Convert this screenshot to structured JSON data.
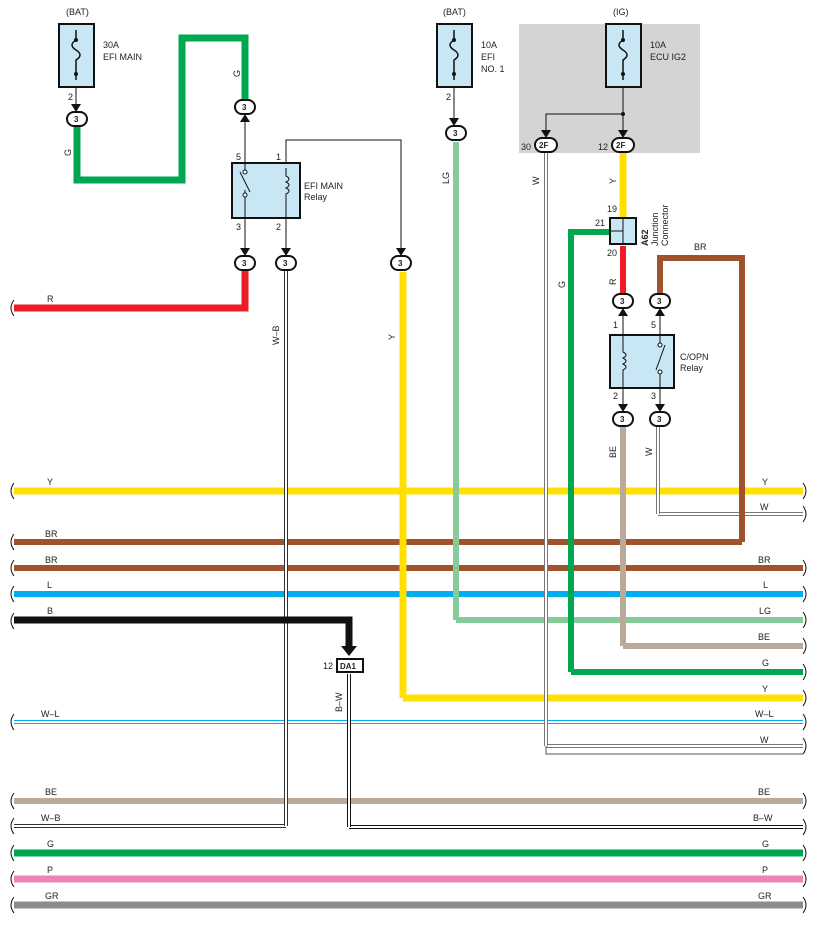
{
  "colors": {
    "G": "#00a650",
    "R": "#ee1c25",
    "Y": "#ffe000",
    "BR": "#a0522d",
    "L": "#00aeef",
    "LG": "#86cb9a",
    "B": "#111111",
    "BE": "#bba999",
    "P": "#ee82b4",
    "GR": "#8c8c8c",
    "W": "#ffffff",
    "fuse_fill": "#c9e6f5",
    "ig_box": "#d4d4d4"
  },
  "fuses": {
    "efi_main": {
      "source": "(BAT)",
      "amp": "30A",
      "name": "EFI MAIN",
      "pin": "2"
    },
    "efi_no1": {
      "source": "(BAT)",
      "amp": "10A",
      "name1": "EFI",
      "name2": "NO. 1",
      "pin": "2"
    },
    "ecu_ig2": {
      "source": "(IG)",
      "amp": "10A",
      "name": "ECU IG2"
    }
  },
  "connectors": {
    "three": "3",
    "two_f": "2F",
    "two_f_left_pin": "30",
    "two_f_right_pin": "12",
    "da1": "DA1",
    "da1_pin": "12"
  },
  "relays": {
    "efi_main": {
      "name1": "EFI MAIN",
      "name2": "Relay",
      "pin_tl": "5",
      "pin_tr": "1",
      "pin_bl": "3",
      "pin_br": "2"
    },
    "c_opn": {
      "name1": "C/OPN",
      "name2": "Relay",
      "pin_tl": "1",
      "pin_tr": "5",
      "pin_bl": "2",
      "pin_br": "3"
    }
  },
  "junction": {
    "id": "A62",
    "name1": "Junction",
    "name2": "Connector",
    "pin_top": "19",
    "pin_left": "21",
    "pin_bottom": "20"
  },
  "wire_labels": {
    "G": "G",
    "R": "R",
    "LG": "LG",
    "W": "W",
    "Y": "Y",
    "BR": "BR",
    "WB": "W–B",
    "BE": "BE",
    "BW": "B–W"
  },
  "bus": [
    {
      "color": "Y",
      "left": "Y",
      "right": "Y"
    },
    {
      "color": "W",
      "left": "",
      "right": "W"
    },
    {
      "color": "BR",
      "left": "BR",
      "right": ""
    },
    {
      "color": "BR",
      "left": "BR",
      "right": "BR"
    },
    {
      "color": "L",
      "left": "L",
      "right": "L"
    },
    {
      "color": "LG",
      "left": "",
      "right": "LG"
    },
    {
      "color": "BE",
      "left": "",
      "right": "BE"
    },
    {
      "color": "G",
      "left": "",
      "right": "G"
    },
    {
      "color": "Y",
      "left": "",
      "right": "Y"
    },
    {
      "color": "WL",
      "left": "W–L",
      "right": "W–L"
    },
    {
      "color": "W",
      "left": "",
      "right": "W"
    },
    {
      "color": "BE",
      "left": "BE",
      "right": "BE"
    },
    {
      "color": "WB",
      "left": "W–B",
      "right": ""
    },
    {
      "color": "BW",
      "left": "",
      "right": "B–W"
    },
    {
      "color": "G",
      "left": "G",
      "right": "G"
    },
    {
      "color": "P",
      "left": "P",
      "right": "P"
    },
    {
      "color": "GR",
      "left": "GR",
      "right": "GR"
    },
    {
      "color": "R",
      "left": "R",
      "right": ""
    },
    {
      "color": "B",
      "left": "B",
      "right": ""
    }
  ]
}
